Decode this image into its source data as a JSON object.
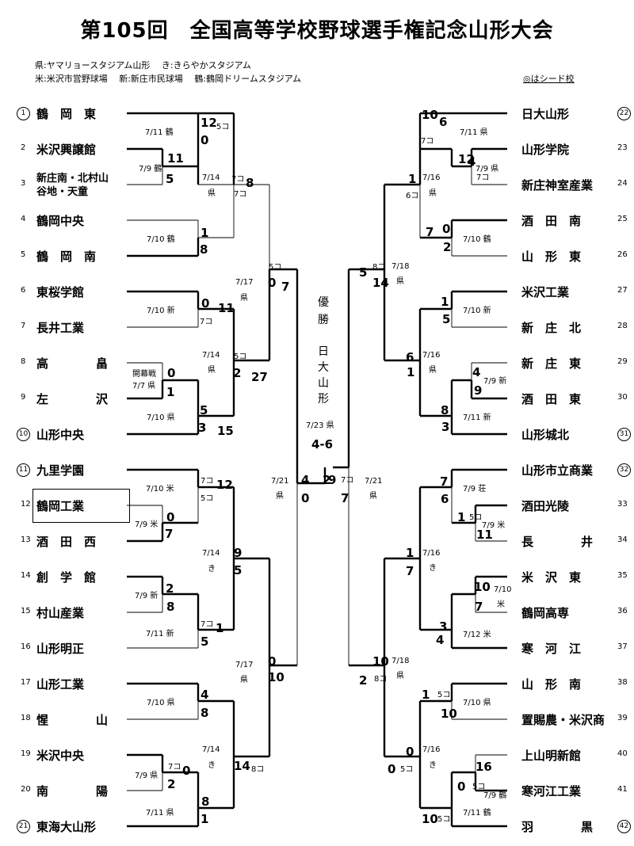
{
  "title": "第105回　全国高等学校野球選手権記念山形大会",
  "legend": {
    "line1": "県:ヤマリョースタジアム山形　 き:きらやかスタジアム",
    "line2": "米:米沢市営野球場　 新:新庄市民球場　 鶴:鶴岡ドリームスタジアム",
    "seed_note": "◎はシード校"
  },
  "champion": {
    "label": "優勝",
    "team_chars": [
      "日",
      "大",
      "山",
      "形"
    ],
    "final_date": "7/23 県",
    "final_score": "4-6"
  },
  "left_teams": [
    {
      "num": "1",
      "name": "鶴　岡　東",
      "seed": true
    },
    {
      "num": "2",
      "name": "米沢興譲館",
      "seed": false
    },
    {
      "num": "3",
      "name": "新庄南・北村山\n谷地・天童",
      "seed": false
    },
    {
      "num": "4",
      "name": "鶴岡中央",
      "seed": false
    },
    {
      "num": "5",
      "name": "鶴　岡　南",
      "seed": false
    },
    {
      "num": "6",
      "name": "東桜学館",
      "seed": false
    },
    {
      "num": "7",
      "name": "長井工業",
      "seed": false
    },
    {
      "num": "8",
      "name": "高　　　　畠",
      "seed": false
    },
    {
      "num": "9",
      "name": "左　　　　沢",
      "seed": false
    },
    {
      "num": "10",
      "name": "山形中央",
      "seed": true
    },
    {
      "num": "11",
      "name": "九里学園",
      "seed": true
    },
    {
      "num": "12",
      "name": "鶴岡工業",
      "seed": false
    },
    {
      "num": "13",
      "name": "酒　田　西",
      "seed": false
    },
    {
      "num": "14",
      "name": "創　学　館",
      "seed": false
    },
    {
      "num": "15",
      "name": "村山産業",
      "seed": false
    },
    {
      "num": "16",
      "name": "山形明正",
      "seed": false
    },
    {
      "num": "17",
      "name": "山形工業",
      "seed": false
    },
    {
      "num": "18",
      "name": "惺　　　　山",
      "seed": false
    },
    {
      "num": "19",
      "name": "米沢中央",
      "seed": false
    },
    {
      "num": "20",
      "name": "南　　　　陽",
      "seed": false
    },
    {
      "num": "21",
      "name": "東海大山形",
      "seed": true
    }
  ],
  "right_teams": [
    {
      "num": "22",
      "name": "日大山形",
      "seed": true
    },
    {
      "num": "23",
      "name": "山形学院",
      "seed": false
    },
    {
      "num": "24",
      "name": "新庄神室産業",
      "seed": false
    },
    {
      "num": "25",
      "name": "酒　田　南",
      "seed": false
    },
    {
      "num": "26",
      "name": "山　形　東",
      "seed": false
    },
    {
      "num": "27",
      "name": "米沢工業",
      "seed": false
    },
    {
      "num": "28",
      "name": "新　庄　北",
      "seed": false
    },
    {
      "num": "29",
      "name": "新　庄　東",
      "seed": false
    },
    {
      "num": "30",
      "name": "酒　田　東",
      "seed": false
    },
    {
      "num": "31",
      "name": "山形城北",
      "seed": true
    },
    {
      "num": "32",
      "name": "山形市立商業",
      "seed": true
    },
    {
      "num": "33",
      "name": "酒田光陵",
      "seed": false
    },
    {
      "num": "34",
      "name": "長　　　　井",
      "seed": false
    },
    {
      "num": "35",
      "name": "米　沢　東",
      "seed": false
    },
    {
      "num": "36",
      "name": "鶴岡高専",
      "seed": false
    },
    {
      "num": "37",
      "name": "寒　河　江",
      "seed": false
    },
    {
      "num": "38",
      "name": "山　形　南",
      "seed": false
    },
    {
      "num": "39",
      "name": "置賜農・米沢商",
      "seed": false
    },
    {
      "num": "40",
      "name": "上山明新館",
      "seed": false
    },
    {
      "num": "41",
      "name": "寒河江工業",
      "seed": false
    },
    {
      "num": "42",
      "name": "羽　　　　黒",
      "seed": true
    }
  ],
  "scores": [
    "12",
    "5コ",
    "0",
    "11",
    "5",
    "1",
    "8",
    "7コ",
    "8",
    "7コ",
    "0",
    "11",
    "7コ",
    "0",
    "1",
    "5",
    "3",
    "15",
    "5コ",
    "2",
    "27",
    "5コ",
    "0",
    "7",
    "7コ",
    "12",
    "5コ",
    "0",
    "7",
    "9",
    "5",
    "2",
    "8",
    "7コ",
    "1",
    "5",
    "0",
    "10",
    "4",
    "8",
    "7コ",
    "0",
    "2",
    "8",
    "1",
    "14",
    "8コ",
    "4",
    "0",
    "2",
    "1",
    "6コ",
    "10",
    "6",
    "7コ",
    "12",
    "4",
    "7コ",
    "7",
    "0",
    "2",
    "1",
    "5",
    "4",
    "9",
    "8",
    "3",
    "6",
    "1",
    "5",
    "8コ",
    "14",
    "7",
    "6",
    "1",
    "5コ",
    "11",
    "1",
    "7",
    "3",
    "4",
    "10",
    "7",
    "1",
    "5コ",
    "10",
    "0",
    "0",
    "5コ",
    "10",
    "5コ",
    "16",
    "0",
    "5コ",
    "10",
    "2",
    "8コ",
    "9",
    "7コ",
    "7",
    "0"
  ],
  "meta": [
    "7/11 鶴",
    "7/9 鶴",
    "7/14",
    "県",
    "7/10 鶴",
    "7/17",
    "県",
    "7/10 新",
    "7/14",
    "県",
    "開幕戦",
    "7/7 県",
    "7/10 県",
    "7/21",
    "県",
    "7/10 米",
    "7/9 米",
    "7/14",
    "き",
    "7/9 新",
    "7/11 新",
    "7/17",
    "県",
    "7/10 県",
    "7/14",
    "き",
    "7/9 県",
    "7/11 県",
    "7/11 県",
    "7/9 県",
    "7/16",
    "県",
    "7/10 鶴",
    "7/18",
    "県",
    "7/10 新",
    "7/16",
    "県",
    "7/9 新",
    "7/11 新",
    "7/21",
    "県",
    "7/9 荘",
    "7/9 米",
    "7/16",
    "き",
    "7/10",
    "米",
    "7/12 米",
    "7/18",
    "県",
    "7/10 県",
    "7/16",
    "き",
    "7/9 鶴",
    "7/11 鶴"
  ]
}
